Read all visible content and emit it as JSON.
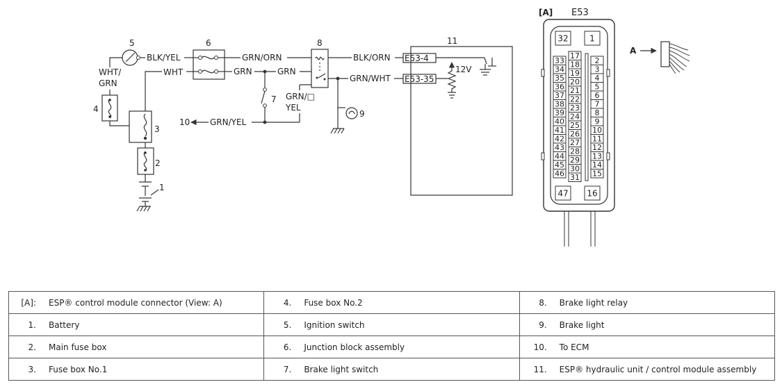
{
  "wiring": {
    "wire_labels": {
      "blk_yel": "BLK/YEL",
      "wht_grn_1": "WHT/",
      "wht_grn_2": "GRN",
      "wht": "WHT",
      "grn_orn": "GRN/ORN",
      "grn_a": "GRN",
      "grn_b": "GRN",
      "blk_orn": "BLK/ORN",
      "grn_wht": "GRN/WHT",
      "grn_yel_1": "GRN/□",
      "grn_yel_2": "YEL",
      "to_ecm_label": "GRN/YEL",
      "to_ecm_num": "10"
    },
    "terminals": {
      "t1": "E53-4",
      "t2": "E53-35"
    },
    "voltage": "12V",
    "callouts": {
      "n1": "1",
      "n2": "2",
      "n3": "3",
      "n4": "4",
      "n5": "5",
      "n6": "6",
      "n7": "7",
      "n8": "8",
      "n9": "9",
      "n11": "11"
    }
  },
  "connector": {
    "view_tag": "[A]",
    "name": "E53",
    "arrow_label": "A",
    "top_pins": [
      "32",
      "1"
    ],
    "bottom_pins": [
      "47",
      "16"
    ],
    "left_col": [
      "33",
      "34",
      "35",
      "36",
      "37",
      "38",
      "39",
      "40",
      "41",
      "42",
      "43",
      "44",
      "45",
      "46"
    ],
    "mid_col": [
      "17",
      "18",
      "19",
      "20",
      "21",
      "22",
      "23",
      "24",
      "25",
      "26",
      "27",
      "28",
      "29",
      "30",
      "31"
    ],
    "right_col": [
      "2",
      "3",
      "4",
      "5",
      "6",
      "7",
      "8",
      "9",
      "10",
      "11",
      "12",
      "13",
      "14",
      "15"
    ]
  },
  "legend": {
    "rows": [
      [
        {
          "k": "[A]:",
          "v": "ESP® control module connector (View: A)"
        },
        {
          "k": "4.",
          "v": "Fuse box No.2"
        },
        {
          "k": "8.",
          "v": "Brake light relay"
        }
      ],
      [
        {
          "k": "1.",
          "v": "Battery"
        },
        {
          "k": "5.",
          "v": "Ignition switch"
        },
        {
          "k": "9.",
          "v": "Brake light"
        }
      ],
      [
        {
          "k": "2.",
          "v": "Main fuse box"
        },
        {
          "k": "6.",
          "v": "Junction block assembly"
        },
        {
          "k": "10.",
          "v": "To ECM"
        }
      ],
      [
        {
          "k": "3.",
          "v": "Fuse box No.1"
        },
        {
          "k": "7.",
          "v": "Brake light switch"
        },
        {
          "k": "11.",
          "v": "ESP® hydraulic unit / control module assembly"
        }
      ]
    ]
  }
}
